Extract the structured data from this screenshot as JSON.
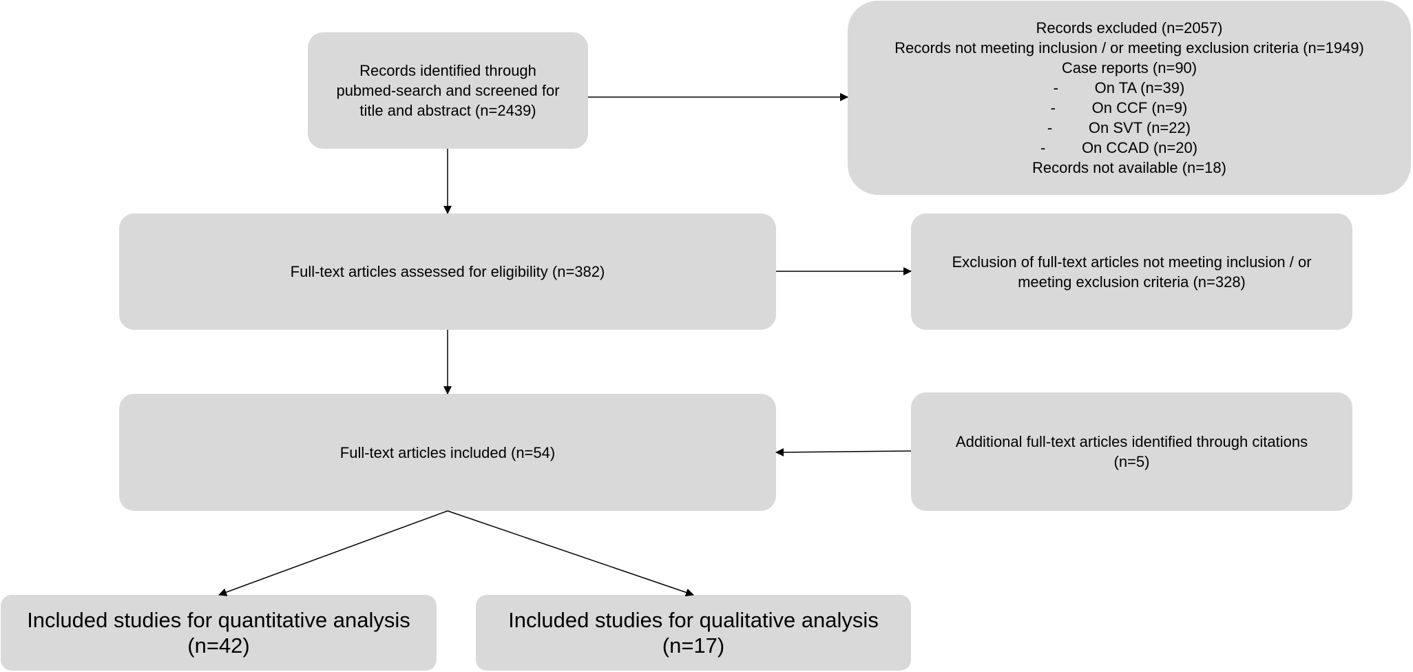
{
  "boxes": {
    "identified": {
      "lines": [
        "Records identified through",
        "pubmed-search and screened for",
        "title and abstract (n=2439)"
      ]
    },
    "excluded": {
      "header": [
        "Records excluded (n=2057)",
        "Records not meeting inclusion / or meeting exclusion criteria (n=1949)",
        "Case reports (n=90)"
      ],
      "subitems": [
        {
          "bullet": "-",
          "label": "On TA (n=39)"
        },
        {
          "bullet": "-",
          "label": "On CCF (n=9)"
        },
        {
          "bullet": "-",
          "label": "On SVT (n=22)"
        },
        {
          "bullet": "-",
          "label": "On CCAD (n=20)"
        }
      ],
      "footer": "Records not available (n=18)"
    },
    "assessed": {
      "lines": [
        "Full-text articles assessed for eligibility (n=382)"
      ]
    },
    "fulltext_excluded": {
      "lines": [
        "Exclusion of full-text articles not meeting inclusion / or",
        "meeting exclusion criteria (n=328)"
      ]
    },
    "included": {
      "lines": [
        "Full-text articles included (n=54)"
      ]
    },
    "additional": {
      "lines": [
        "Additional full-text articles identified through citations",
        "(n=5)"
      ]
    },
    "quantitative": {
      "lines": [
        "Included studies for quantitative analysis",
        "(n=42)"
      ]
    },
    "qualitative": {
      "lines": [
        "Included studies for qualitative analysis",
        "(n=17)"
      ]
    }
  },
  "colors": {
    "box_fill": "#d9d9d9",
    "arrow": "#000000"
  }
}
